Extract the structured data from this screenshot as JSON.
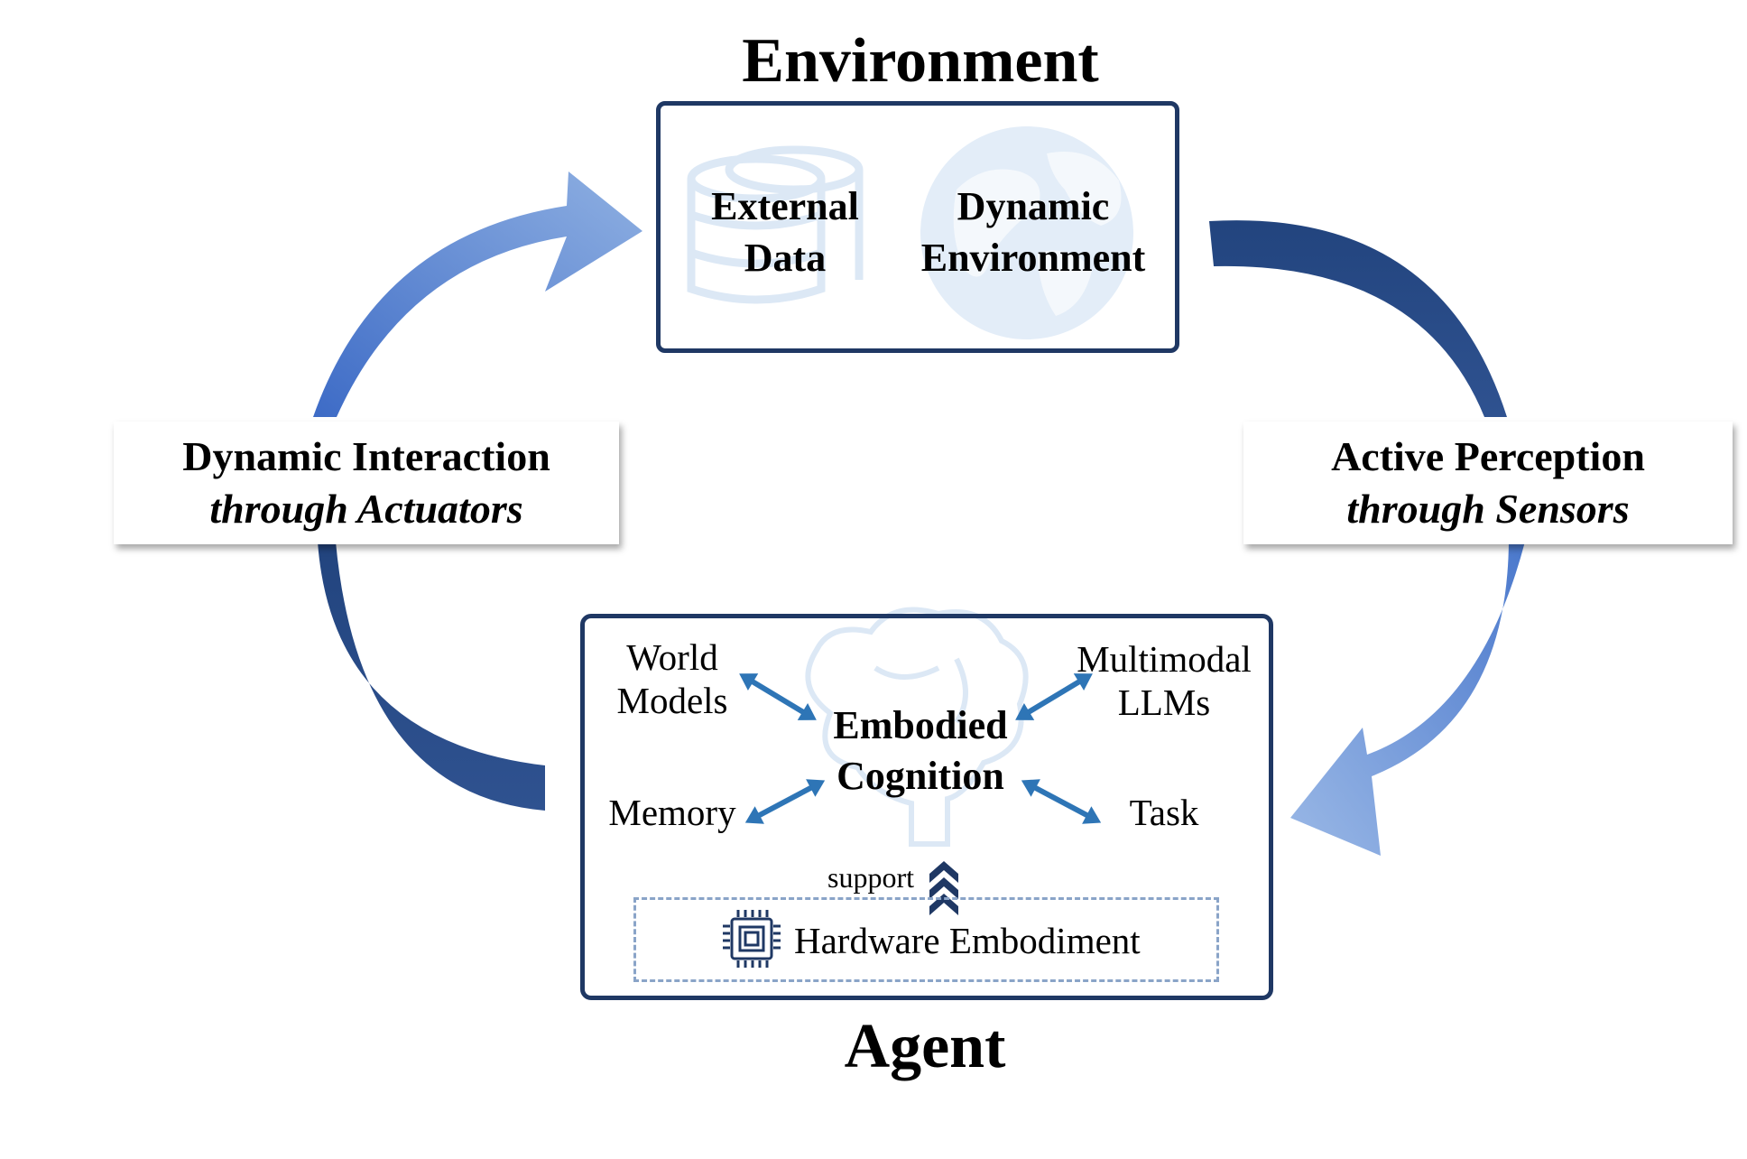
{
  "environment": {
    "title": "Environment",
    "external_data": [
      "External",
      "Data"
    ],
    "dynamic_environment": [
      "Dynamic",
      "Environment"
    ]
  },
  "agent": {
    "title": "Agent",
    "core": [
      "Embodied",
      "Cognition"
    ],
    "world_models": [
      "World",
      "Models"
    ],
    "multimodal_llms": [
      "Multimodal",
      "LLMs"
    ],
    "memory": "Memory",
    "task": "Task",
    "support": "support",
    "hardware": "Hardware Embodiment"
  },
  "left_card": {
    "line1": "Dynamic Interaction",
    "line2": "through Actuators"
  },
  "right_card": {
    "line1": "Active Perception",
    "line2": "through Sensors"
  },
  "colors": {
    "dark_navy": "#1f3864",
    "dark_arrow": "#2f4f85",
    "light_arrow": "#7fa3dc",
    "double_arrow": "#2e75b6",
    "watermark": "#dce8f5"
  },
  "icons": [
    "database-icon",
    "globe-icon",
    "brain-icon",
    "chip-icon",
    "chevron-up-icon"
  ]
}
